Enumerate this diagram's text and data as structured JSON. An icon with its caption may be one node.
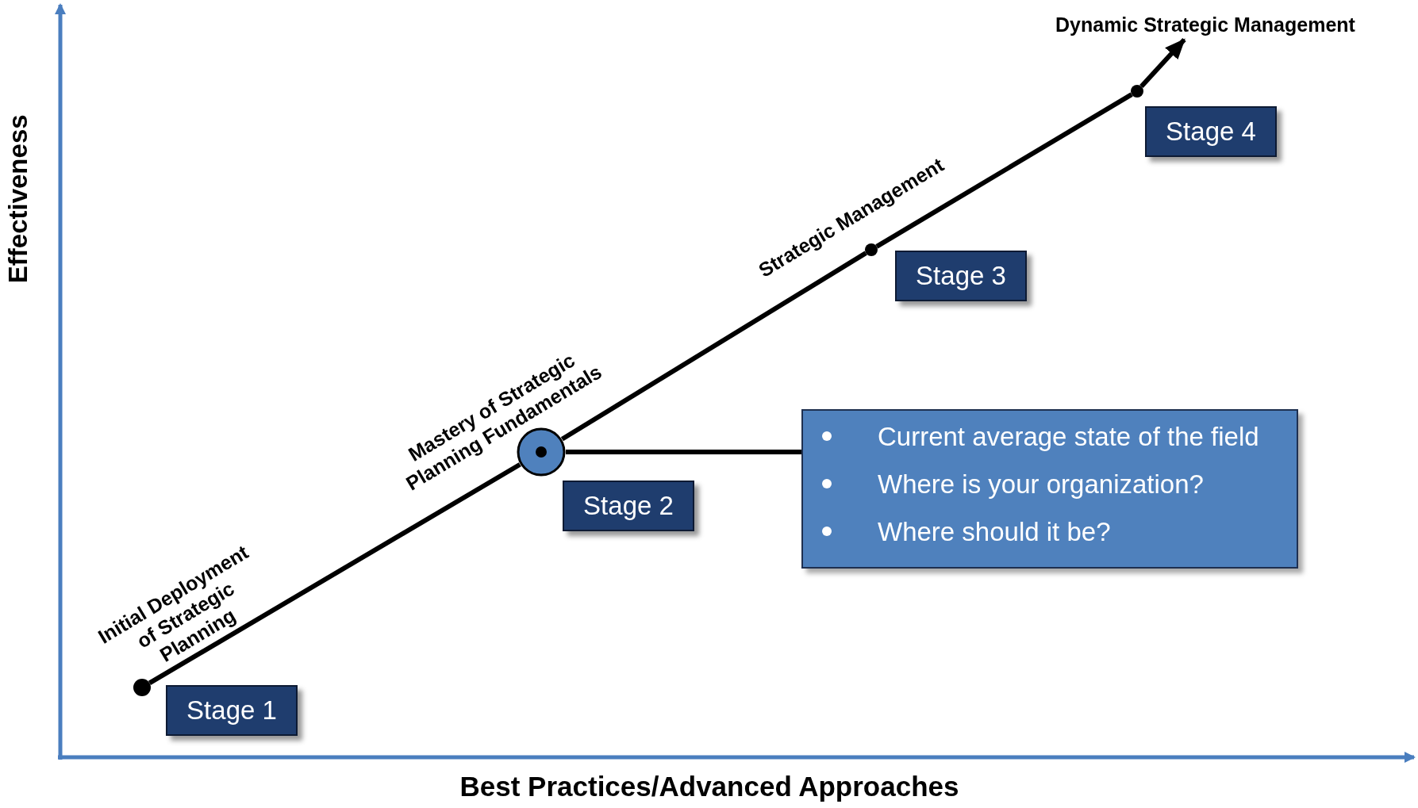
{
  "diagram": {
    "nodes": [
      {
        "text": [],
        "shape": "circle"
      },
      {
        "text": [
          "Stage 1"
        ]
      },
      {
        "text": [],
        "shape": "circle"
      },
      {
        "text": [
          "Stage 2"
        ]
      },
      {
        "text": [
          "Current average state of the field",
          "Where is your organization?",
          "Where should it be?"
        ]
      },
      {
        "text": [],
        "shape": "circle"
      },
      {
        "text": [
          "Stage 3"
        ]
      },
      {
        "text": [],
        "shape": "circle"
      },
      {
        "text": [
          "Stage 4"
        ]
      },
      {
        "text": [
          "Dynamic Strategic Management"
        ]
      }
    ],
    "edges": [
      {
        "from": 0,
        "to": 2,
        "arrow": "none"
      },
      {
        "from": 2,
        "to": 5,
        "arrow": "none"
      },
      {
        "from": 5,
        "to": 7,
        "arrow": "none"
      },
      {
        "from": 7,
        "to": 9,
        "arrow": "to"
      },
      {
        "from": 2,
        "to": 4,
        "arrow": "none"
      }
    ],
    "labels": [
      "Effectiveness",
      "Strategic Management",
      "Mastery of Strategic Planning Fundamentals",
      "Initial Deployment of Strategic Planning",
      "Best Practices/Advanced Approaches"
    ]
  }
}
